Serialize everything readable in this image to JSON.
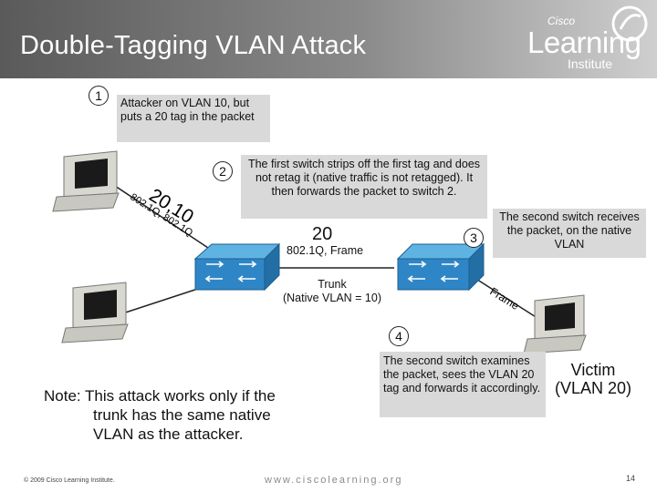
{
  "header": {
    "title": "Double-Tagging VLAN Attack",
    "logo": {
      "top": "Cisco",
      "main": "Learning",
      "sub": "Institute"
    }
  },
  "steps": [
    "1",
    "2",
    "3",
    "4"
  ],
  "callouts": {
    "step1": "Attacker on VLAN 10, but puts a 20 tag in the packet",
    "step2": "The first switch strips off the first tag and does not retag it (native traffic is not retagged). It then forwards the packet to switch 2.",
    "step3": "The second switch receives the packet, on the native VLAN",
    "step4": "The second switch examines the packet, sees the VLAN 20 tag and forwards it accordingly."
  },
  "packet_labels": {
    "attacker_tags": "20,10",
    "attacker_frame": "802.1Q, 802.1Q",
    "trunk_tag": "20",
    "trunk_frame": "802.1Q, Frame",
    "victim_frame": "Frame"
  },
  "trunk": {
    "line1": "Trunk",
    "line2": "(Native VLAN = 10)"
  },
  "note": {
    "line1": "Note: This attack works only if the",
    "line2": "trunk has the same native",
    "line3": "VLAN as the attacker."
  },
  "victim": {
    "line1": "Victim",
    "line2": "(VLAN 20)"
  },
  "footer": {
    "copyright": "© 2009 Cisco Learning Institute.",
    "website": "www.ciscolearning.org",
    "page": "14"
  },
  "colors": {
    "switch_top": "#5fb3e3",
    "switch_side": "#2f86c6",
    "callout_bg": "#d9d9d9"
  }
}
